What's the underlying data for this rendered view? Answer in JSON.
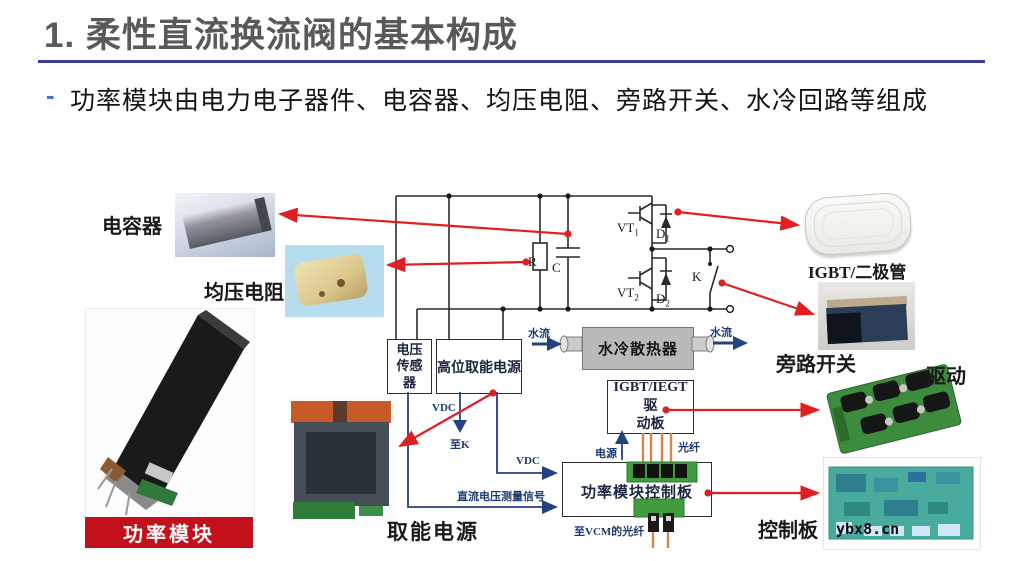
{
  "slide": {
    "title": "1. 柔性直流换流阀的基本构成",
    "bullet_marker": "-",
    "bullet_text": "功率模块由电力电子器件、电容器、均压电阻、旁路开关、水冷回路等组成"
  },
  "colors": {
    "title_text": "#595959",
    "accent_rule": "#3c3f99",
    "bullet_dash": "#4472c4",
    "red_arrow": "#e02020",
    "signal_navy": "#1f3a73",
    "power_module_bar": "#c3111c",
    "radiator_fill": "#bababa",
    "connector_green": "#3f9c3f",
    "fiber_orange": "#d4874f"
  },
  "diagram": {
    "labels": {
      "capacitor": "电容器",
      "resistor": "均压电阻",
      "power_module": "功率模块",
      "energy_supply": "取能电源",
      "igbt_diode": "IGBT/二极管",
      "bypass_switch": "旁路开关",
      "driver": "驱动",
      "control_board": "控制板"
    },
    "boxes": {
      "voltage_sensor_l1": "电压",
      "voltage_sensor_l2": "传感",
      "voltage_sensor_l3": "器",
      "high_side_supply": "高位取能电源",
      "water_radiator": "水冷散热器",
      "igbt_driver_l1": "IGBT/IEGT驱",
      "igbt_driver_l2": "动板",
      "module_control": "功率模块控制板"
    },
    "circuit": {
      "r": "R",
      "c": "C",
      "k": "K",
      "vt": "VT",
      "d": "D",
      "sub1": "1",
      "sub2": "2"
    },
    "signals": {
      "water_flow": "水流",
      "vdc": "VDC",
      "to_k": "至K",
      "dc_measure": "直流电压测量信号",
      "power": "电源",
      "fiber": "光纤",
      "to_vcm": "至VCM的光纤"
    },
    "watermark": "ybx8.cn"
  }
}
